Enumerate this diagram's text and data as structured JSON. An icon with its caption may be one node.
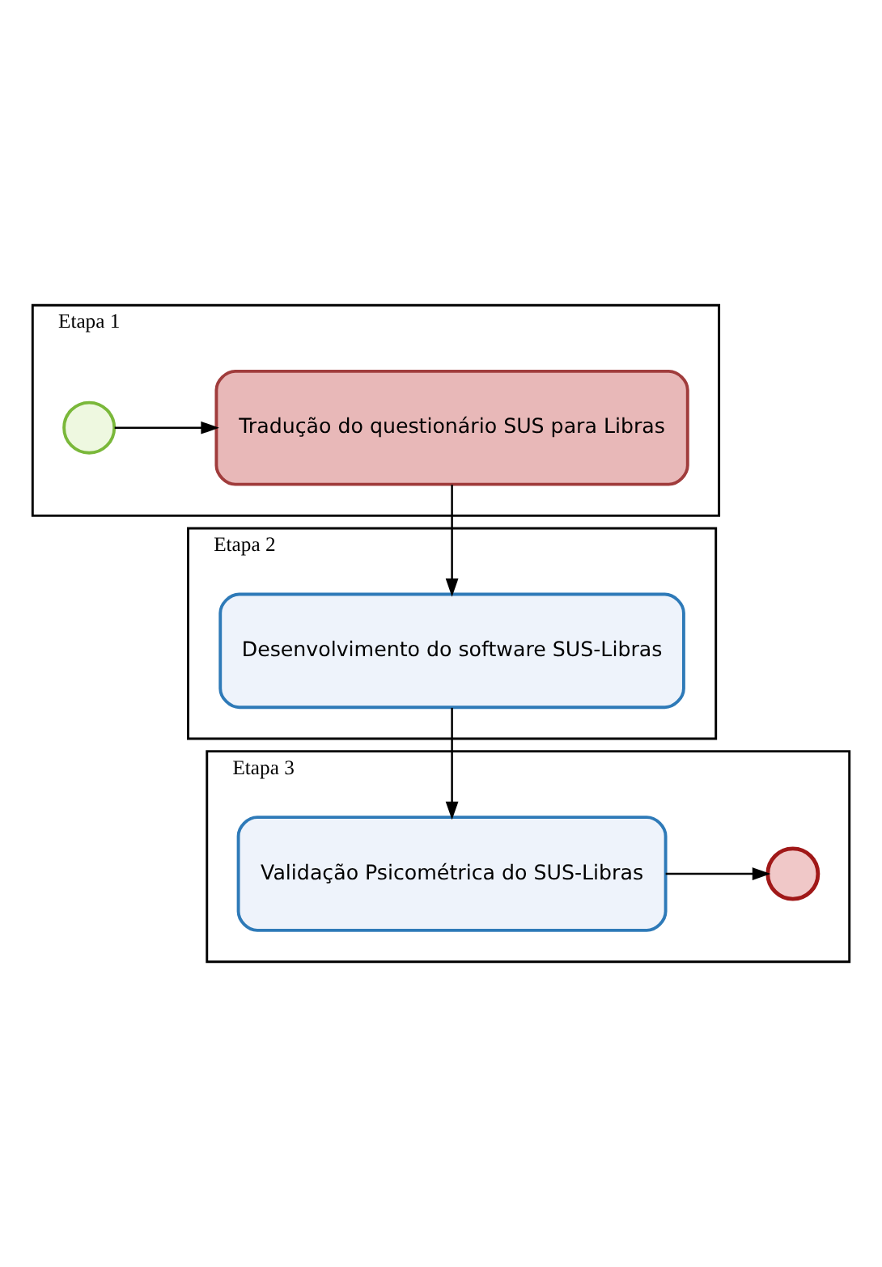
{
  "diagram": {
    "nodes": [
      {
        "text": [
          "Etapa 1"
        ]
      },
      {
        "text": [],
        "shape": "circle",
        "in": 0
      },
      {
        "text": [
          "Tradução do questionário SUS para Libras"
        ],
        "in": 0
      },
      {
        "text": [
          "Etapa 2"
        ]
      },
      {
        "text": [
          "Desenvolvimento do software SUS-Libras"
        ],
        "in": 3
      },
      {
        "text": [
          "Etapa 3"
        ]
      },
      {
        "text": [],
        "shape": "circle",
        "in": 5
      },
      {
        "text": [
          "Validação Psicométrica do SUS-Libras"
        ],
        "in": 5
      }
    ],
    "edges": [
      {
        "from": 1,
        "to": 2,
        "arrow": "to"
      },
      {
        "from": 2,
        "to": 4,
        "arrow": "to"
      },
      {
        "from": 4,
        "to": 7,
        "arrow": "to"
      },
      {
        "from": 7,
        "to": 6,
        "arrow": "to"
      }
    ]
  }
}
